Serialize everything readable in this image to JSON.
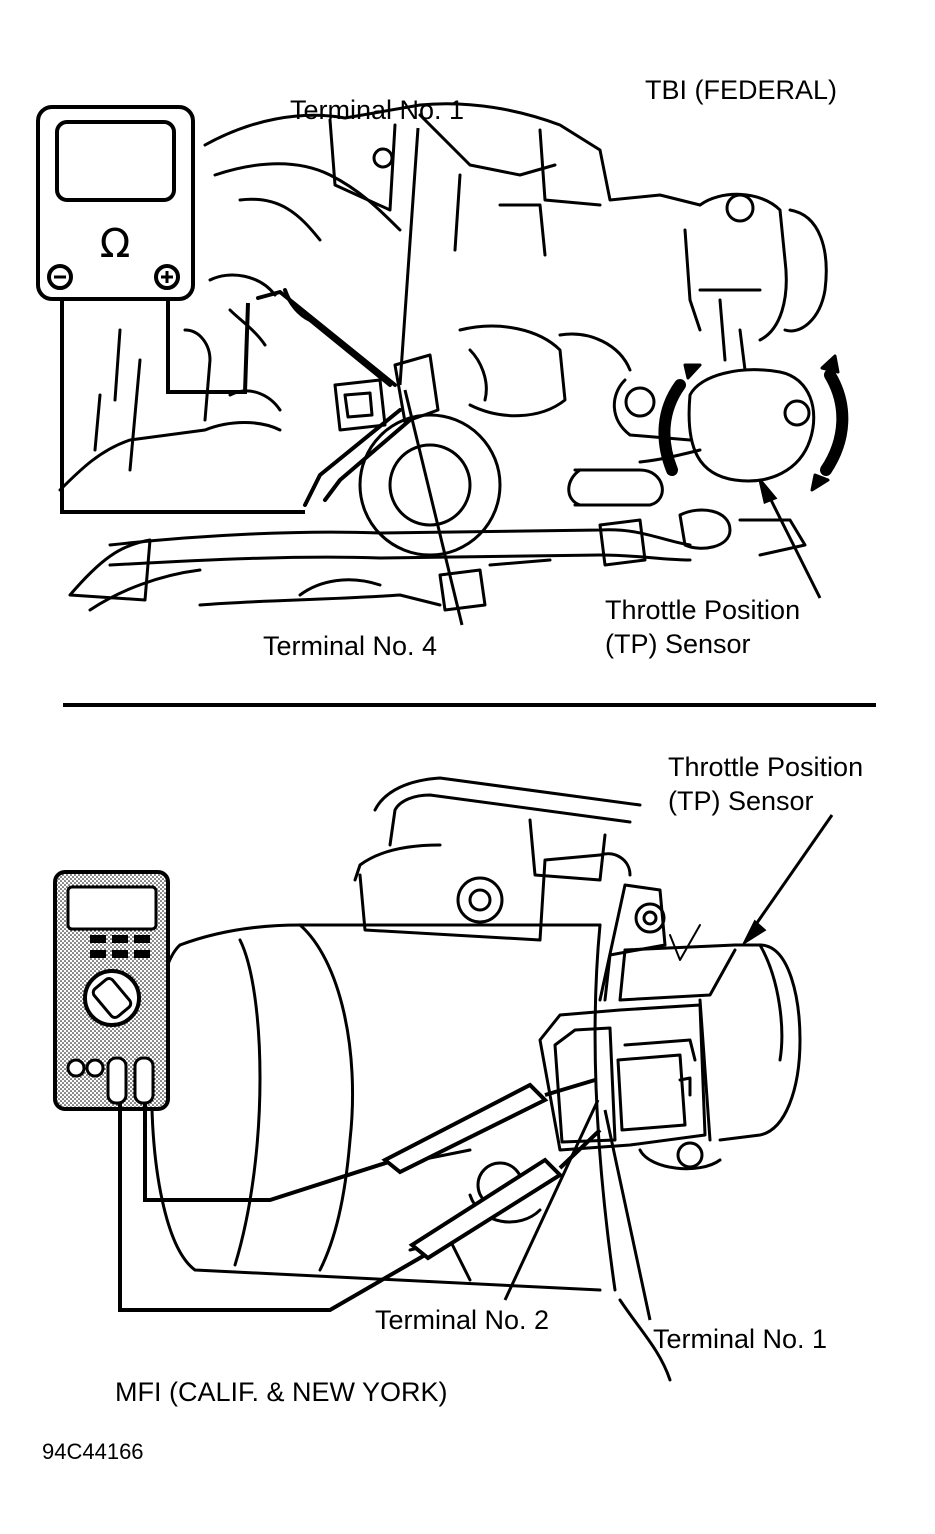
{
  "top_panel": {
    "title": "TBI (FEDERAL)",
    "terminal_1": "Terminal No. 1",
    "terminal_4": "Terminal No. 4",
    "sensor_line1": "Throttle Position",
    "sensor_line2": "(TP) Sensor",
    "meter_symbol": "Ω",
    "meter_minus": "−",
    "meter_plus": "+"
  },
  "bottom_panel": {
    "title": "MFI (CALIF. & NEW YORK)",
    "sensor_line1": "Throttle Position",
    "sensor_line2": "(TP) Sensor",
    "terminal_2": "Terminal No. 2",
    "terminal_1": "Terminal No. 1"
  },
  "figure_id": "94C44166",
  "icons": [
    "ohmmeter-icon",
    "digital-multimeter-icon",
    "tbi-throttle-body",
    "mfi-throttle-body"
  ]
}
